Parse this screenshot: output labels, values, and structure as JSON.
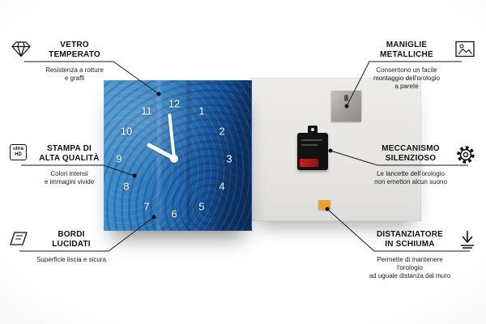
{
  "clock": {
    "numbers": [
      "12",
      "1",
      "2",
      "3",
      "4",
      "5",
      "6",
      "7",
      "8",
      "9",
      "10",
      "11"
    ]
  },
  "callouts": {
    "tl": {
      "icon": "diamond-icon",
      "title": "VETRO\nTEMPERATO",
      "desc": "Resistenza a rotture\ne graffi"
    },
    "ml": {
      "icon": "ultra-hd-icon",
      "icon_label": "ultra\nHD",
      "title": "STAMPA DI\nALTA QUALITÀ",
      "desc": "Colori intensi\ne immagini vivide"
    },
    "bl": {
      "icon": "polished-edge-icon",
      "title": "BORDI\nLUCIDATI",
      "desc": "Superficie liscia e sicura"
    },
    "tr": {
      "icon": "picture-frame-icon",
      "title": "MANIGLIE\nMETALLICHE",
      "desc": "Consentono un facile\nmontaggio dell'orologio\na parete"
    },
    "mr": {
      "icon": "gear-icon",
      "title": "MECCANISMO\nSILENZIOSO",
      "desc": "Le lancette dell'orologio\nnon emetton alcun suono"
    },
    "br": {
      "icon": "spacer-arrow-icon",
      "title": "DISTANZIATORE\nIN SCHIUMA",
      "desc": "Permette di mantenere l'orologio\nad uguale distanza dal muro"
    }
  },
  "colors": {
    "glass_blue": "#2f7cc0",
    "glass_navy": "#0a2a57",
    "back_panel": "#e6e5e1",
    "mechanism": "#121212",
    "battery_red": "#c42222",
    "foam_orange": "#ef9f2e",
    "metal_gray": "#a6a4a0",
    "line_black": "#1a1a1a"
  }
}
